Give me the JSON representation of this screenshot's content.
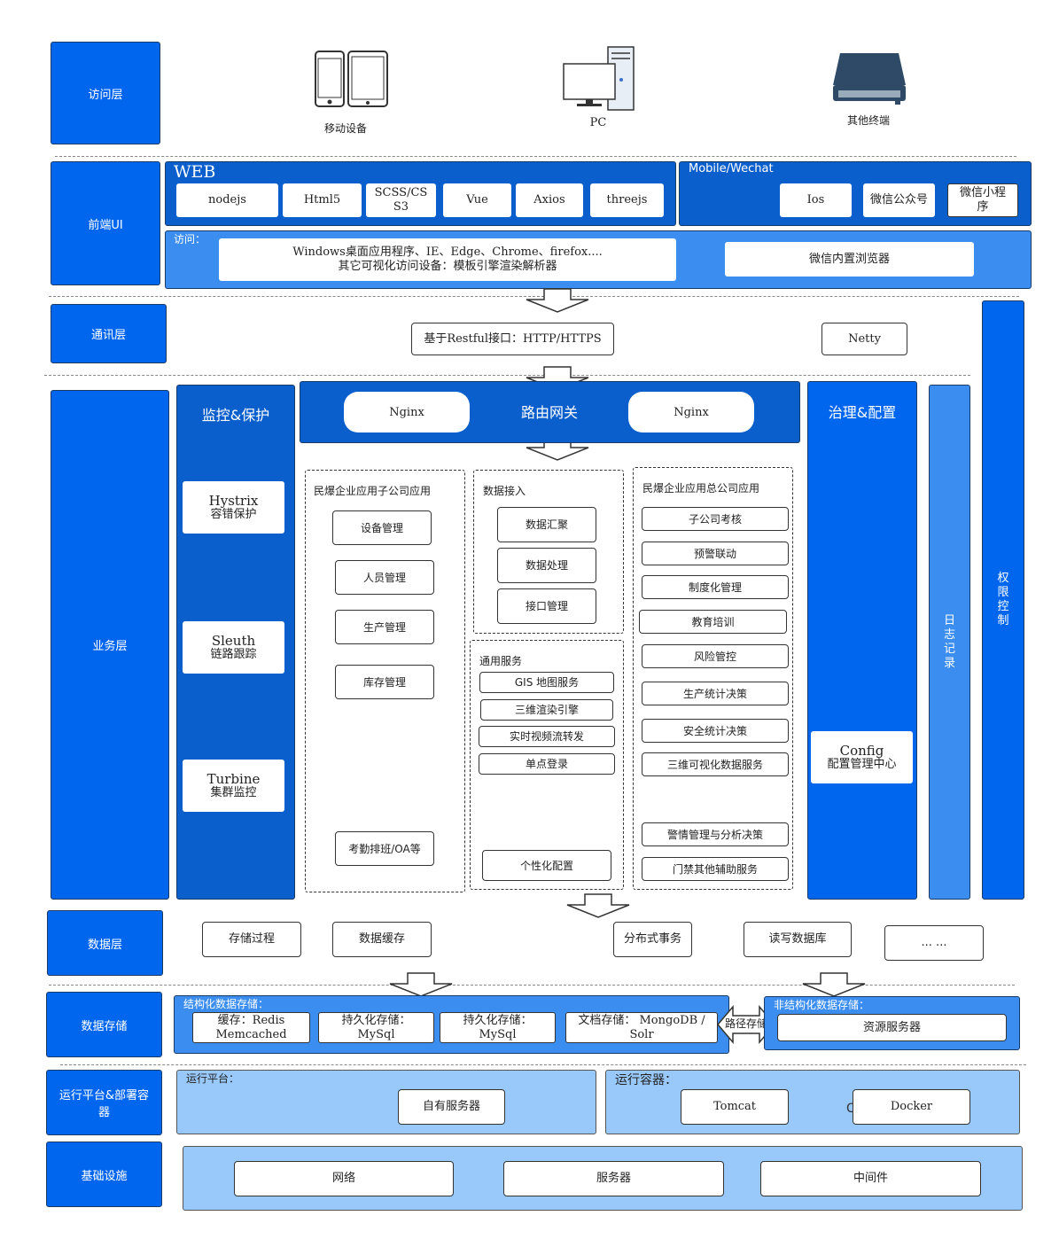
{
  "layers": {
    "access": "访问层",
    "frontend": "前端UI",
    "comm": "通讯层",
    "business": "业务层",
    "data": "数据层",
    "storage": "数据存储",
    "runtime": "运行平台&部署容器",
    "infra": "基础设施"
  },
  "access": {
    "mobile": "移动设备",
    "pc": "PC",
    "other": "其他终端"
  },
  "frontend": {
    "web_title": "WEB",
    "web_items": [
      "nodejs",
      "Html5",
      "SCSS/CSS3",
      "Vue",
      "Axios",
      "threejs"
    ],
    "mobile_title": "Mobile/Wechat",
    "mobile_items": [
      "Ios",
      "微信公众号",
      "微信小程序"
    ],
    "visit_title": "访问：",
    "visit_main_1": "Windows桌面应用程序、IE、Edge、Chrome、firefox....",
    "visit_main_2": "其它可视化访问设备：模板引擎渲染解析器",
    "visit_wechat": "微信内置浏览器"
  },
  "comm": {
    "restful": "基于Restful接口：HTTP/HTTPS",
    "netty": "Netty"
  },
  "business": {
    "monitor_title": "监控&保护",
    "monitor_items": [
      {
        "name": "Hystrix",
        "desc": "容错保护"
      },
      {
        "name": "Sleuth",
        "desc": "链路跟踪"
      },
      {
        "name": "Turbine",
        "desc": "集群监控"
      }
    ],
    "gateway_title": "路由网关",
    "nginx_left": "Nginx",
    "nginx_right": "Nginx",
    "governance_title": "治理&配置",
    "config_name": "Config",
    "config_desc": "配置管理中心",
    "log": "日志记录",
    "auth": "权限控制",
    "sub_title": "民爆企业应用子公司应用",
    "sub_items": [
      "设备管理",
      "人员管理",
      "生产管理",
      "库存管理",
      "考勤排班/OA等"
    ],
    "ingest_title": "数据接入",
    "ingest_items": [
      "数据汇聚",
      "数据处理",
      "接口管理"
    ],
    "common_title": "通用服务",
    "common_items": [
      "GIS 地图服务",
      "三维渲染引擎",
      "实时视频流转发",
      "单点登录",
      "个性化配置"
    ],
    "hq_title": "民爆企业应用总公司应用",
    "hq_items": [
      "子公司考核",
      "预警联动",
      "制度化管理",
      "教育培训",
      "风险管控",
      "生产统计决策",
      "安全统计决策",
      "三维可视化数据服务",
      "警情管理与分析决策",
      "门禁其他辅助服务"
    ]
  },
  "data": {
    "items": [
      "存储过程",
      "数据缓存",
      "分布式事务",
      "读写数据库",
      "... ..."
    ]
  },
  "storage": {
    "structured_title": "结构化数据存储：",
    "cache_1": "缓存：Redis",
    "cache_2": "Memcached",
    "persist1_1": "持久化存储：",
    "persist1_2": "MySql",
    "persist2_1": "持久化存储：",
    "persist2_2": "MySql",
    "doc_1": "文档存储： MongoDB /",
    "doc_2": "Solr",
    "path": "路径存储",
    "unstructured_title": "非结构化数据存储：",
    "resource": "资源服务器"
  },
  "runtime": {
    "platform_title": "运行平台：",
    "own_server": "自有服务器",
    "container_title": "运行容器：",
    "tomcat": "Tomcat",
    "docker": "Docker",
    "stray": "C"
  },
  "infra": {
    "items": [
      "网络",
      "服务器",
      "中间件"
    ]
  },
  "colors": {
    "primary": "#0066ee",
    "navy": "#0a5fcc",
    "mid": "#3b8ef0",
    "light": "#99c8fb",
    "border": "#1a3a66"
  }
}
